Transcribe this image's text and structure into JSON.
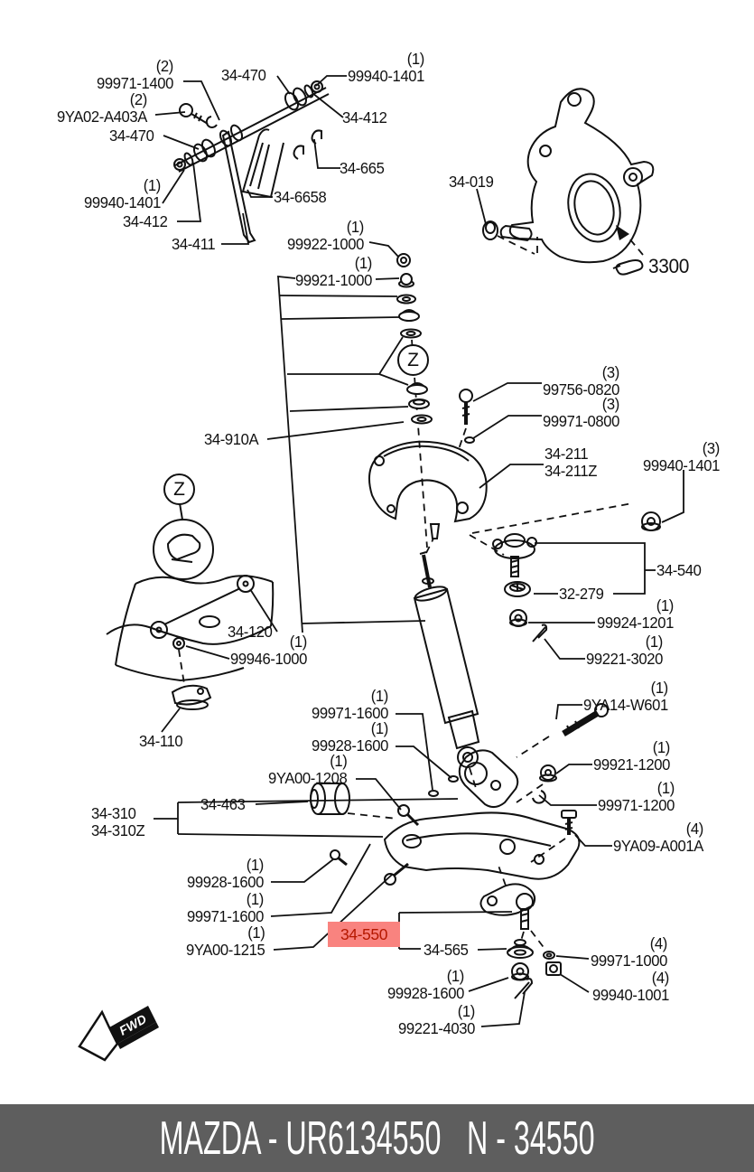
{
  "diagram": {
    "footer": {
      "code": "MAZDA - UR6134550",
      "part": "N - 34550"
    },
    "fwd_arrow": "FWD",
    "zoom_marker": "Z",
    "highlighted_part": {
      "number": "34-550"
    },
    "colors": {
      "highlight_bg": "#f9837f",
      "highlight_text": "#b51800",
      "footer_bg": "#5e5e5e",
      "line_color": "#111111",
      "paper": "#ffffff"
    },
    "labels": [
      {
        "q": "(2)",
        "t": "99971-1400"
      },
      {
        "q": "(2)",
        "t": "9YA02-A403A"
      },
      {
        "t": "34-470"
      },
      {
        "q": "(1)",
        "t": "99940-1401"
      },
      {
        "t": "34-412"
      },
      {
        "t": "34-411"
      },
      {
        "t": "34-470"
      },
      {
        "q": "(1)",
        "t": "99940-1401"
      },
      {
        "t": "34-412"
      },
      {
        "t": "34-665"
      },
      {
        "t": "34-6658"
      },
      {
        "q": "(1)",
        "t": "99922-1000"
      },
      {
        "q": "(1)",
        "t": "99921-1000"
      },
      {
        "t": "34-019"
      },
      {
        "t": "3300"
      },
      {
        "t": "34-910A"
      },
      {
        "q": "(3)",
        "t": "99756-0820"
      },
      {
        "q": "(3)",
        "t": "99971-0800"
      },
      {
        "t": "34-211",
        "t2": "34-211Z"
      },
      {
        "q": "(3)",
        "t": "99940-1401"
      },
      {
        "t": "34-540"
      },
      {
        "t": "32-279"
      },
      {
        "q": "(1)",
        "t": "99924-1201"
      },
      {
        "q": "(1)",
        "t": "99221-3020"
      },
      {
        "t": "34-120"
      },
      {
        "q": "(1)",
        "t": "99946-1000"
      },
      {
        "t": "34-110"
      },
      {
        "q": "(1)",
        "t": "99971-1600"
      },
      {
        "q": "(1)",
        "t": "99928-1600"
      },
      {
        "q": "(1)",
        "t": "9YA00-1208"
      },
      {
        "t": "34-463"
      },
      {
        "t": "34-310",
        "t2": "34-310Z"
      },
      {
        "q": "(1)",
        "t": "9YA14-W601"
      },
      {
        "q": "(1)",
        "t": "99921-1200"
      },
      {
        "q": "(1)",
        "t": "99971-1200"
      },
      {
        "q": "(4)",
        "t": "9YA09-A001A"
      },
      {
        "q": "(1)",
        "t": "99928-1600"
      },
      {
        "q": "(1)",
        "t": "99971-1600"
      },
      {
        "q": "(1)",
        "t": "9YA00-1215"
      },
      {
        "t": "34-565"
      },
      {
        "q": "(4)",
        "t": "99971-1000"
      },
      {
        "q": "(1)",
        "t": "99928-1600"
      },
      {
        "q": "(4)",
        "t": "99940-1001"
      },
      {
        "q": "(1)",
        "t": "99221-4030"
      }
    ]
  }
}
